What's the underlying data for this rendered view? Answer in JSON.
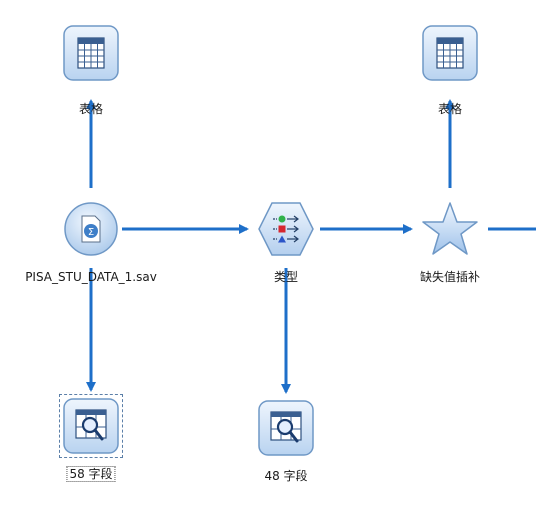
{
  "colors": {
    "link": "#1e6fc9",
    "node_fill": "#cfe2f6",
    "node_border": "#6f98c6"
  },
  "nodes": {
    "table_top_left": {
      "label": "表格",
      "icon": "table-icon"
    },
    "table_top_right": {
      "label": "表格",
      "icon": "table-icon"
    },
    "source": {
      "label": "PISA_STU_DATA_1.sav",
      "icon": "statistics-file-icon"
    },
    "type": {
      "label": "类型",
      "icon": "type-icon"
    },
    "missing": {
      "label": "缺失值插补",
      "icon": "star-icon"
    },
    "audit_58": {
      "label": "58 字段",
      "icon": "data-audit-icon"
    },
    "audit_48": {
      "label": "48 字段",
      "icon": "data-audit-icon"
    }
  }
}
